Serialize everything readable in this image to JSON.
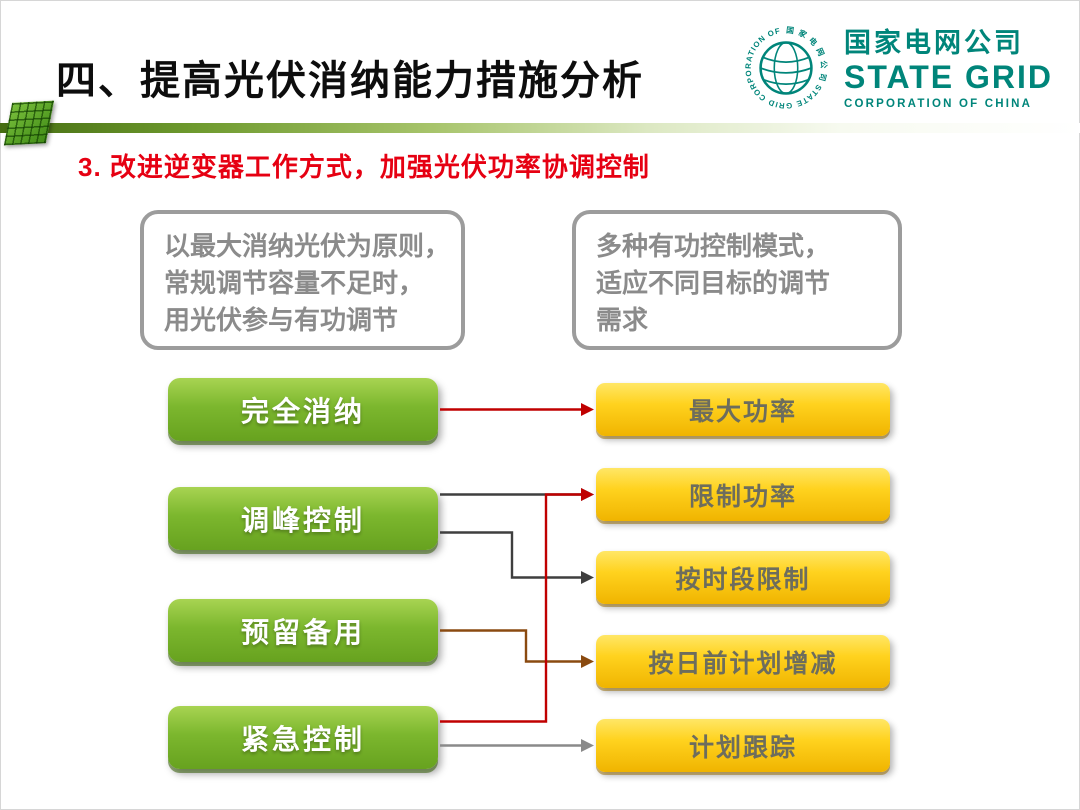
{
  "slide": {
    "title": "四、提高光伏消纳能力措施分析",
    "section_heading": "3. 改进逆变器工作方式，加强光伏功率协调控制"
  },
  "brand": {
    "logo_ring_text": "国 家 电 网 公 司  STATE GRID CORPORATION OF CHINA",
    "company_cn": "国家电网公司",
    "company_en": "STATE GRID",
    "company_en_sub": "CORPORATION OF CHINA"
  },
  "callouts": {
    "left": {
      "lines": [
        "以最大消纳光伏为原则，",
        "常规调节容量不足时，",
        "用光伏参与有功调节"
      ]
    },
    "right": {
      "lines": [
        "多种有功控制模式，",
        "适应不同目标的调节",
        "需求"
      ]
    }
  },
  "modes": [
    {
      "label": "完全消纳"
    },
    {
      "label": "调峰控制"
    },
    {
      "label": "预留备用"
    },
    {
      "label": "紧急控制"
    }
  ],
  "controls": [
    {
      "label": "最大功率"
    },
    {
      "label": "限制功率"
    },
    {
      "label": "按时段限制"
    },
    {
      "label": "按日前计划增减"
    },
    {
      "label": "计划跟踪"
    }
  ],
  "connections": [
    {
      "from": "完全消纳",
      "to": "最大功率",
      "color": "#c00000"
    },
    {
      "from": "调峰控制",
      "to": "限制功率",
      "color": "#3f3f3f"
    },
    {
      "from": "调峰控制",
      "to": "按时段限制",
      "color": "#3f3f3f"
    },
    {
      "from": "预留备用",
      "to": "按日前计划增减",
      "color": "#8a4a10"
    },
    {
      "from": "紧急控制",
      "to": "限制功率",
      "color": "#c00000"
    },
    {
      "from": "紧急控制",
      "to": "计划跟踪",
      "color": "#8a8a8a"
    }
  ],
  "colors": {
    "title": "#0d0d0d",
    "heading_red": "#e60012",
    "brand_green": "#00857a",
    "mode_green": "#7cb72e",
    "control_yellow": "#ffd21e",
    "callout_border_gray": "#9c9c9c"
  }
}
